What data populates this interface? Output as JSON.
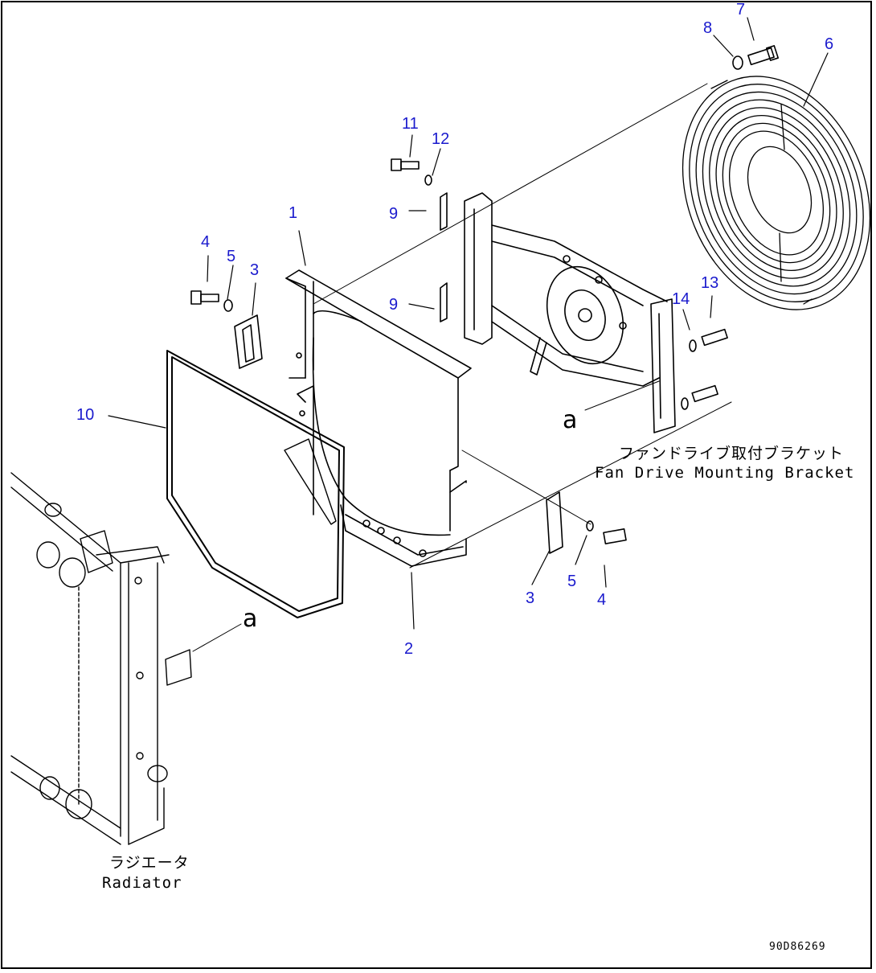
{
  "callouts": [
    {
      "id": "c1",
      "text": "1"
    },
    {
      "id": "c2",
      "text": "2"
    },
    {
      "id": "c3a",
      "text": "3"
    },
    {
      "id": "c3b",
      "text": "3"
    },
    {
      "id": "c4a",
      "text": "4"
    },
    {
      "id": "c4b",
      "text": "4"
    },
    {
      "id": "c5a",
      "text": "5"
    },
    {
      "id": "c5b",
      "text": "5"
    },
    {
      "id": "c6",
      "text": "6"
    },
    {
      "id": "c7",
      "text": "7"
    },
    {
      "id": "c8",
      "text": "8"
    },
    {
      "id": "c9a",
      "text": "9"
    },
    {
      "id": "c9b",
      "text": "9"
    },
    {
      "id": "c10",
      "text": "10"
    },
    {
      "id": "c11",
      "text": "11"
    },
    {
      "id": "c12",
      "text": "12"
    },
    {
      "id": "c13",
      "text": "13"
    },
    {
      "id": "c14",
      "text": "14"
    }
  ],
  "labels": {
    "fan_bracket_jp": "ファンドライブ取付ブラケット",
    "fan_bracket_en": "Fan Drive Mounting Bracket",
    "radiator_jp": "ラジエータ",
    "radiator_en": "Radiator"
  },
  "reference_marks": {
    "upper": "a",
    "lower": "a"
  },
  "drawing_code": "90D86269",
  "colors": {
    "callout": "#1a1acd",
    "line": "#000000",
    "background": "#ffffff"
  }
}
